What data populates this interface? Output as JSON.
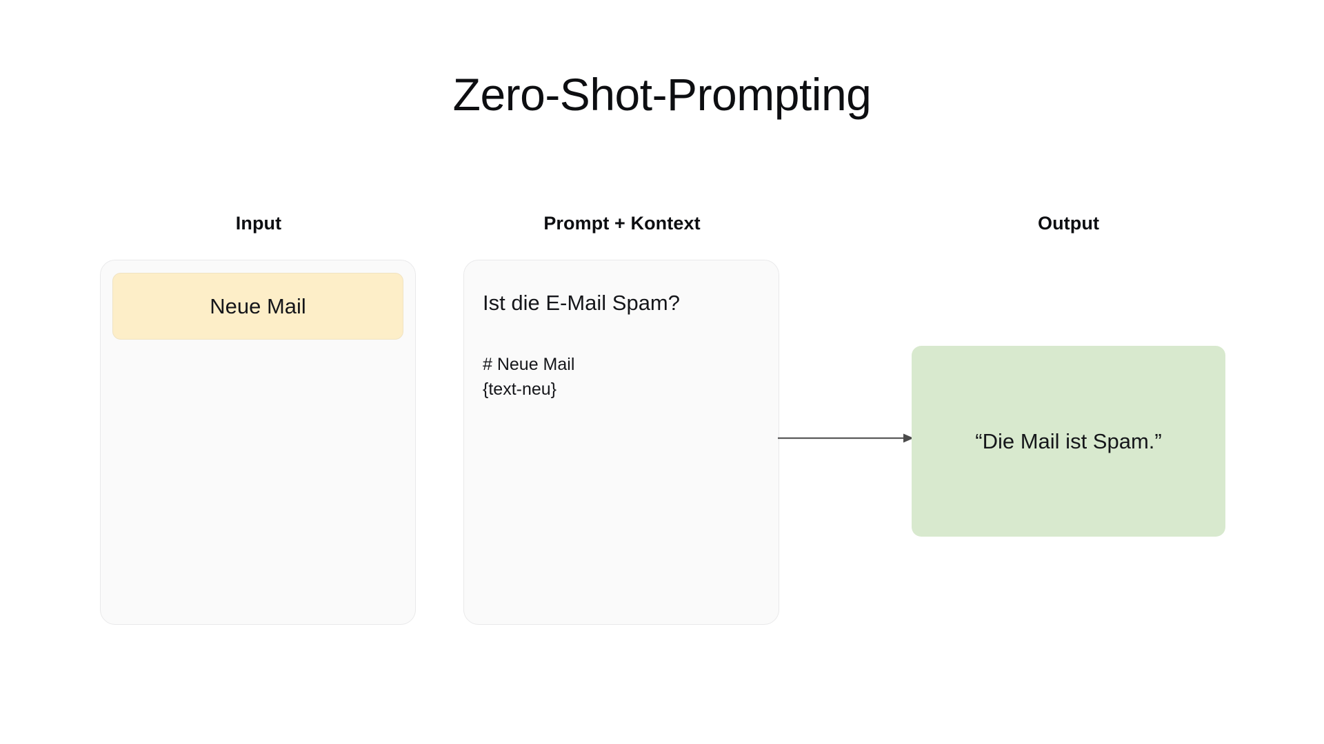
{
  "title": "Zero-Shot-Prompting",
  "columns": {
    "input": {
      "header": "Input",
      "card_label": "Neue Mail"
    },
    "prompt": {
      "header": "Prompt + Kontext",
      "question": "Ist die E-Mail Spam?",
      "context": "# Neue Mail\n{text-neu}"
    },
    "output": {
      "header": "Output",
      "answer": "“Die Mail ist Spam.”"
    }
  },
  "connector": {
    "name": "arrow-prompt-to-output",
    "from": "prompt",
    "to": "output",
    "direction": "right"
  },
  "colors": {
    "background": "#ffffff",
    "panel_fill": "#fafafa",
    "panel_border": "#e9e9ea",
    "input_card_fill": "#fdeec8",
    "input_card_border": "#f0e3c2",
    "output_card_fill": "#d8e9ce",
    "arrow": "#5a5a5a",
    "text": "#15161a"
  }
}
